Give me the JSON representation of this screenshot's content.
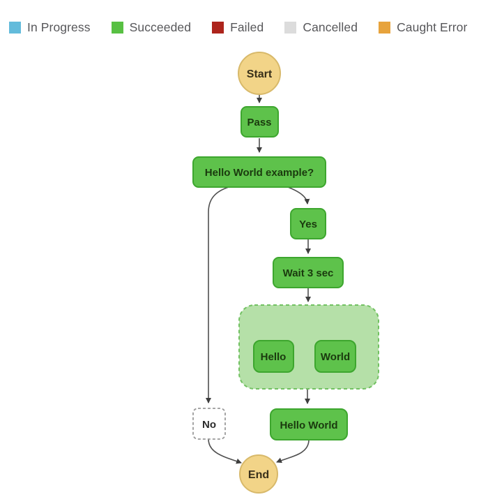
{
  "legend": {
    "items": [
      {
        "label": "In Progress",
        "color": "#63bbdb"
      },
      {
        "label": "Succeeded",
        "color": "#58c043"
      },
      {
        "label": "Failed",
        "color": "#ad241c"
      },
      {
        "label": "Cancelled",
        "color": "#dcdcdc"
      },
      {
        "label": "Caught Error",
        "color": "#e7a33c"
      }
    ]
  },
  "workflow": {
    "nodes": {
      "start": {
        "label": "Start",
        "status": "terminal"
      },
      "pass": {
        "label": "Pass",
        "status": "succeeded"
      },
      "choice": {
        "label": "Hello World example?",
        "status": "succeeded"
      },
      "yes": {
        "label": "Yes",
        "status": "succeeded"
      },
      "wait": {
        "label": "Wait 3 sec",
        "status": "succeeded"
      },
      "parallel": {
        "label": "",
        "status": "succeeded-group"
      },
      "hello": {
        "label": "Hello",
        "status": "succeeded"
      },
      "world": {
        "label": "World",
        "status": "succeeded"
      },
      "helloworld": {
        "label": "Hello World",
        "status": "succeeded"
      },
      "no": {
        "label": "No",
        "status": "not-executed"
      },
      "end": {
        "label": "End",
        "status": "terminal"
      }
    },
    "edges": [
      {
        "from": "start",
        "to": "pass"
      },
      {
        "from": "pass",
        "to": "choice"
      },
      {
        "from": "choice",
        "to": "yes"
      },
      {
        "from": "choice",
        "to": "no"
      },
      {
        "from": "yes",
        "to": "wait"
      },
      {
        "from": "wait",
        "to": "parallel"
      },
      {
        "from": "parallel",
        "to": "hello"
      },
      {
        "from": "parallel",
        "to": "world"
      },
      {
        "from": "parallel",
        "to": "helloworld"
      },
      {
        "from": "helloworld",
        "to": "end"
      },
      {
        "from": "no",
        "to": "end"
      }
    ]
  },
  "colors": {
    "succeeded_fill": "#5ec24b",
    "succeeded_border": "#3da62e",
    "terminal_fill": "#f2d488",
    "terminal_border": "#d8b96a",
    "parallel_fill": "#b5e0a8",
    "parallel_border": "#72c162",
    "not_executed_border": "#9a9a9a",
    "edge": "#4f4f4f"
  }
}
